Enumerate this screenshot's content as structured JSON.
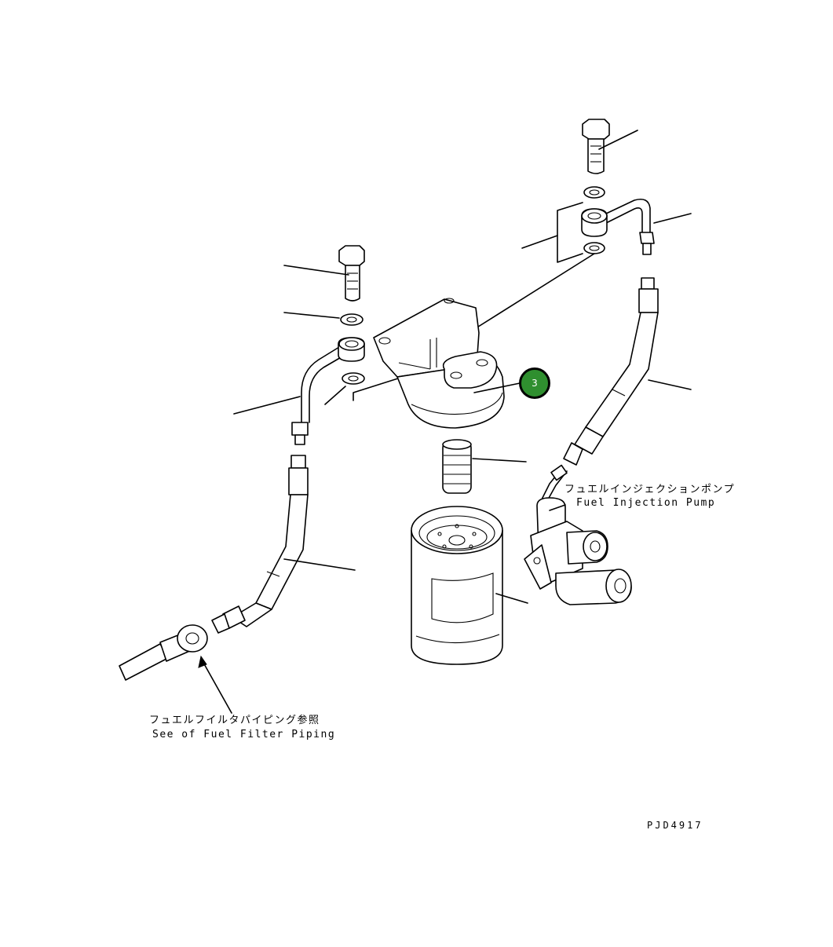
{
  "callout": {
    "number": "3",
    "color": "#2f8f2f"
  },
  "labels": {
    "pump_jp": "フュエルインジェクションポンプ",
    "pump_en": "Fuel Injection Pump",
    "filter_ref_jp": "フュエルフイルタパイピング参照",
    "filter_ref_en": "See of Fuel Filter Piping",
    "drawing_id": "PJD4917"
  }
}
